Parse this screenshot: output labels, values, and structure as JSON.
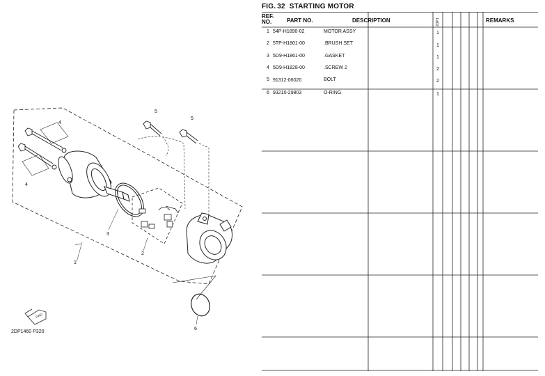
{
  "figure": {
    "prefix": "FIG.",
    "number": "32",
    "title": "STARTING MOTOR",
    "drawing_code": "2DP1460 P320",
    "fwd_label": "FWD"
  },
  "table": {
    "headers": {
      "ref_line1": "REF.",
      "ref_line2": "NO.",
      "part_no": "PART NO.",
      "description": "DESCRIPTION",
      "model_code": "2DP1",
      "remarks": "REMARKS"
    },
    "rows": [
      {
        "ref": "1",
        "part_no": "54P-H1890-02",
        "description": "MOTOR ASSY",
        "qty": "1"
      },
      {
        "ref": "2",
        "part_no": "5TP-H1801-00",
        "description": ".BRUSH SET",
        "qty": "1"
      },
      {
        "ref": "3",
        "part_no": "5D9-H1861-00",
        "description": ".GASKET",
        "qty": "1"
      },
      {
        "ref": "4",
        "part_no": "5D9-H1828-00",
        "description": ".SCREW 2",
        "qty": "2"
      },
      {
        "ref": "5",
        "part_no": "91312-06020",
        "description": "BOLT",
        "qty": "2"
      },
      {
        "ref": "6",
        "part_no": "93210-29803",
        "description": "O-RING",
        "qty": "1"
      }
    ]
  },
  "callouts": {
    "c1": "1",
    "c2": "2",
    "c3": "3",
    "c4a": "4",
    "c4b": "4",
    "c5a": "5",
    "c5b": "5",
    "c6": "6"
  }
}
